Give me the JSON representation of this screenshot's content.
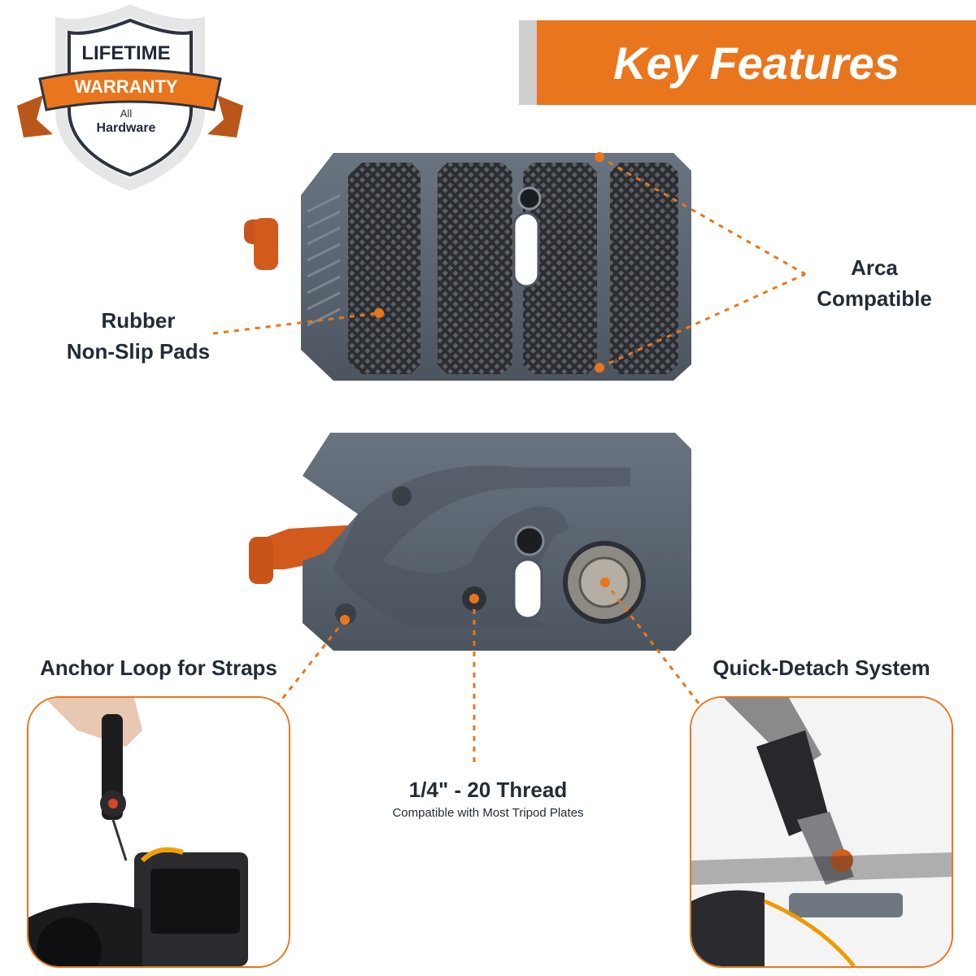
{
  "header": {
    "title": "Key Features"
  },
  "badge": {
    "line1": "LIFETIME",
    "ribbon": "WARRANTY",
    "line2": "All",
    "line3": "Hardware"
  },
  "features": {
    "rubber": {
      "line1": "Rubber",
      "line2": "Non-Slip Pads"
    },
    "arca": {
      "line1": "Arca",
      "line2": "Compatible"
    },
    "anchor": {
      "label": "Anchor Loop for Straps"
    },
    "quick": {
      "label": "Quick-Detach System"
    },
    "thread": {
      "label": "1/4\" - 20 Thread",
      "sub": "Compatible with Most Tripod Plates"
    }
  },
  "colors": {
    "accent": "#e9761c",
    "plate": "#5a6470",
    "pad": "#2a2c30",
    "knob": "#c8541a",
    "text": "#222c36"
  },
  "icons": [
    "shield-badge-icon",
    "camera-plate-top-icon",
    "camera-plate-bottom-icon"
  ]
}
